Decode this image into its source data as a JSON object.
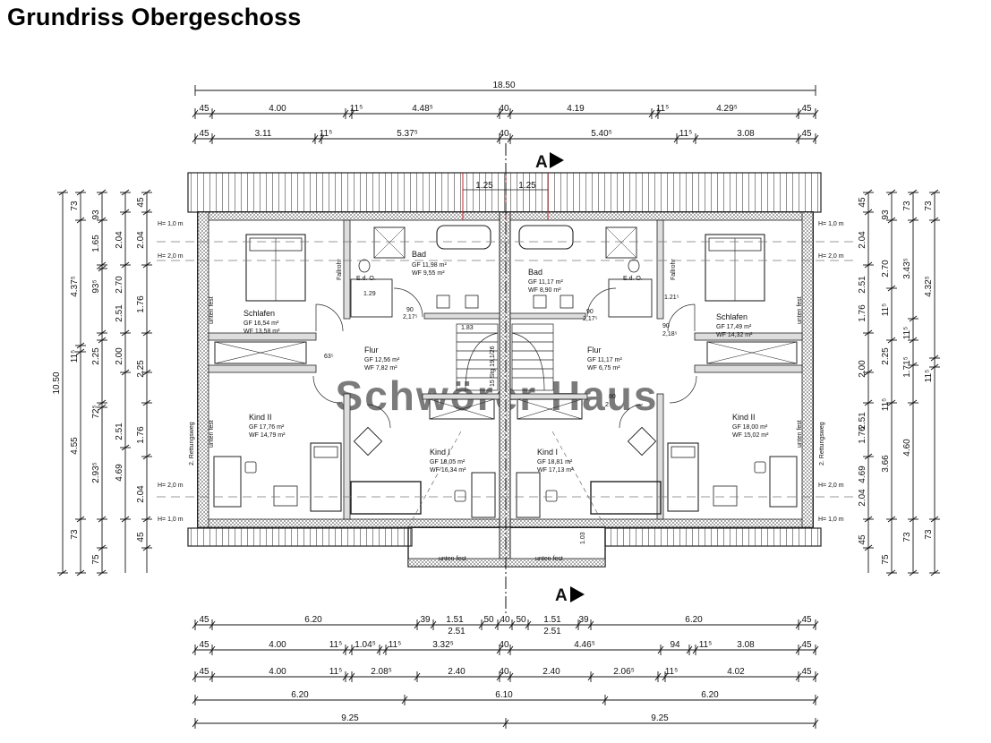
{
  "title": "Grundriss Obergeschoss",
  "watermark": "Schwörer Haus",
  "section_markers": [
    "A",
    "A"
  ],
  "dimensions": {
    "top_overall": "18.50",
    "top_row2": [
      "45",
      "4.00",
      "11⁵",
      "4.48⁵",
      "40",
      "4.19",
      "11⁵",
      "4.29⁵",
      "45"
    ],
    "top_row3": [
      "45",
      "3.11",
      "11⁵",
      "5.37⁵",
      "40",
      "5.40⁵",
      "11⁵",
      "3.08",
      "45"
    ],
    "roof_window": [
      "1.25",
      "1.25"
    ],
    "bottom_row1": [
      "45",
      "6.20",
      "39",
      "1.51",
      "50",
      "40",
      "50",
      "1.51",
      "39",
      "6.20",
      "45"
    ],
    "bottom_row1_sub": [
      "2.51",
      "2.51"
    ],
    "bottom_row2": [
      "45",
      "4.00",
      "11⁵",
      "1.04⁵",
      "11⁵",
      "3.32⁵",
      "40",
      "4.46⁵",
      "94",
      "11⁵",
      "3.08",
      "45"
    ],
    "bottom_row3": [
      "45",
      "4.00",
      "11⁵",
      "2.08⁵",
      "2.40",
      "40",
      "2.40",
      "2.06⁵",
      "11⁵",
      "4.02",
      "45"
    ],
    "bottom_row4": [
      "6.20",
      "6.10",
      "6.20"
    ],
    "bottom_row5": [
      "9.25",
      "9.25"
    ],
    "left_overall": "10.50",
    "left_col2": [
      "73",
      "4.37⁵",
      "11⁵",
      "4.55",
      "73"
    ],
    "left_col3": [
      "93",
      "1.65",
      "93⁵",
      "2.25",
      "72⁵",
      "2.93⁵",
      "75"
    ],
    "left_col4": [
      "2.04",
      "2.70",
      "2.51",
      "2.00",
      "2.51",
      "4.69"
    ],
    "left_col5": [
      "45",
      "2.04",
      "1.76",
      "2.25",
      "1.76",
      "2.04",
      "45"
    ],
    "right_col1": [
      "45",
      "2.04",
      "2.51",
      "1.76",
      "2.00",
      "1.76",
      "2.51",
      "4.69",
      "2.04",
      "45"
    ],
    "right_col2": [
      "93",
      "2.70",
      "11⁵",
      "2.25",
      "11⁵",
      "3.66",
      "75"
    ],
    "right_col3": [
      "73",
      "3.43⁵",
      "11⁵",
      "1.71⁵",
      "4.60",
      "73"
    ],
    "right_col4": [
      "73",
      "4.32⁵",
      "11⁵",
      "73"
    ]
  },
  "heights": {
    "h10": "H= 1,0 m",
    "h20": "H= 2,0 m"
  },
  "rooms": [
    {
      "name": "Bad",
      "gf": "GF 11,98 m²",
      "wf": "WF 9,55 m²"
    },
    {
      "name": "Schlafen",
      "gf": "GF 16,54 m²",
      "wf": "WF 13,58 m²"
    },
    {
      "name": "Flur",
      "gf": "GF 12,56 m²",
      "wf": "WF 7,82 m²"
    },
    {
      "name": "Kind II",
      "gf": "GF 17,76 m²",
      "wf": "WF 14,79 m²"
    },
    {
      "name": "Kind I",
      "gf": "GF 18,05 m²",
      "wf": "WF 16,34 m²"
    },
    {
      "name": "Bad",
      "gf": "GF 11,17 m²",
      "wf": "WF 8,90 m²"
    },
    {
      "name": "Schlafen",
      "gf": "GF 17,49 m²",
      "wf": "WF 14,32 m²"
    },
    {
      "name": "Flur",
      "gf": "GF 11,17 m²",
      "wf": "WF 6,75 m²"
    },
    {
      "name": "Kind II",
      "gf": "GF 18,00 m²",
      "wf": "WF 15,02 m²"
    },
    {
      "name": "Kind I",
      "gf": "GF 18,81 m²",
      "wf": "WF 17,13 m²"
    }
  ],
  "labels": {
    "unten_fest": "unten fest",
    "rettungsweg": "2. Rettungsweg",
    "fallrohr": "Fallrohr",
    "stair": "15 Stg 19,1/26",
    "door_90": "90",
    "door_2175": "2,17⁵",
    "door_2185": "2,18⁵",
    "door_80": "80",
    "door_2": "2",
    "window_129": "1.29",
    "window_1215": "1.21⁵",
    "stair_183": "1.83",
    "stair_63": "63⁵",
    "dim_103": "1.03",
    "eo": "E.d. O."
  }
}
